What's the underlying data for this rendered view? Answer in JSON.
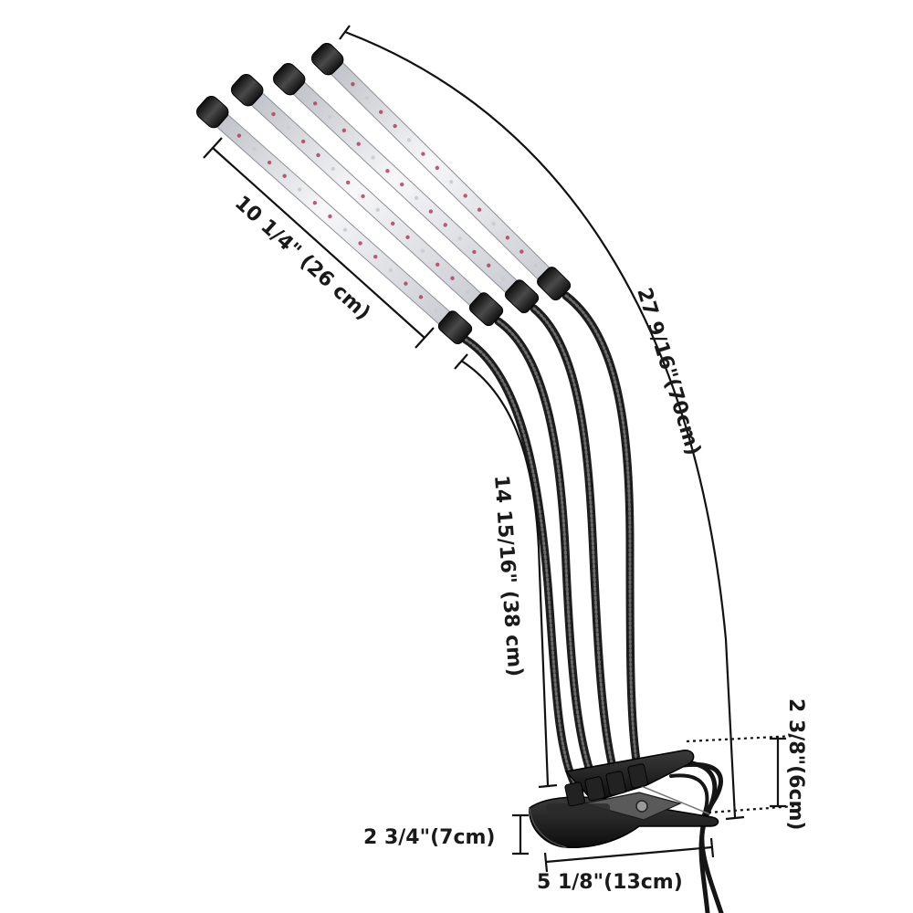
{
  "colors": {
    "background": "#ffffff",
    "lamp_body": "#1c1c1c",
    "tube": "#e9e9ec",
    "led": "#b0405a",
    "dimension_line": "#111111",
    "text": "#1a1a1a"
  },
  "dimensions": {
    "tube_length": "10 1/4\" (26 cm)",
    "total_length": "27 9/16\"(70cm)",
    "gooseneck_length": "14 15/16\" (38 cm)",
    "clip_depth": "2 3/8\"(6cm)",
    "clip_height": "2 3/4\"(7cm)",
    "clip_length": "5 1/8\"(13cm)"
  }
}
